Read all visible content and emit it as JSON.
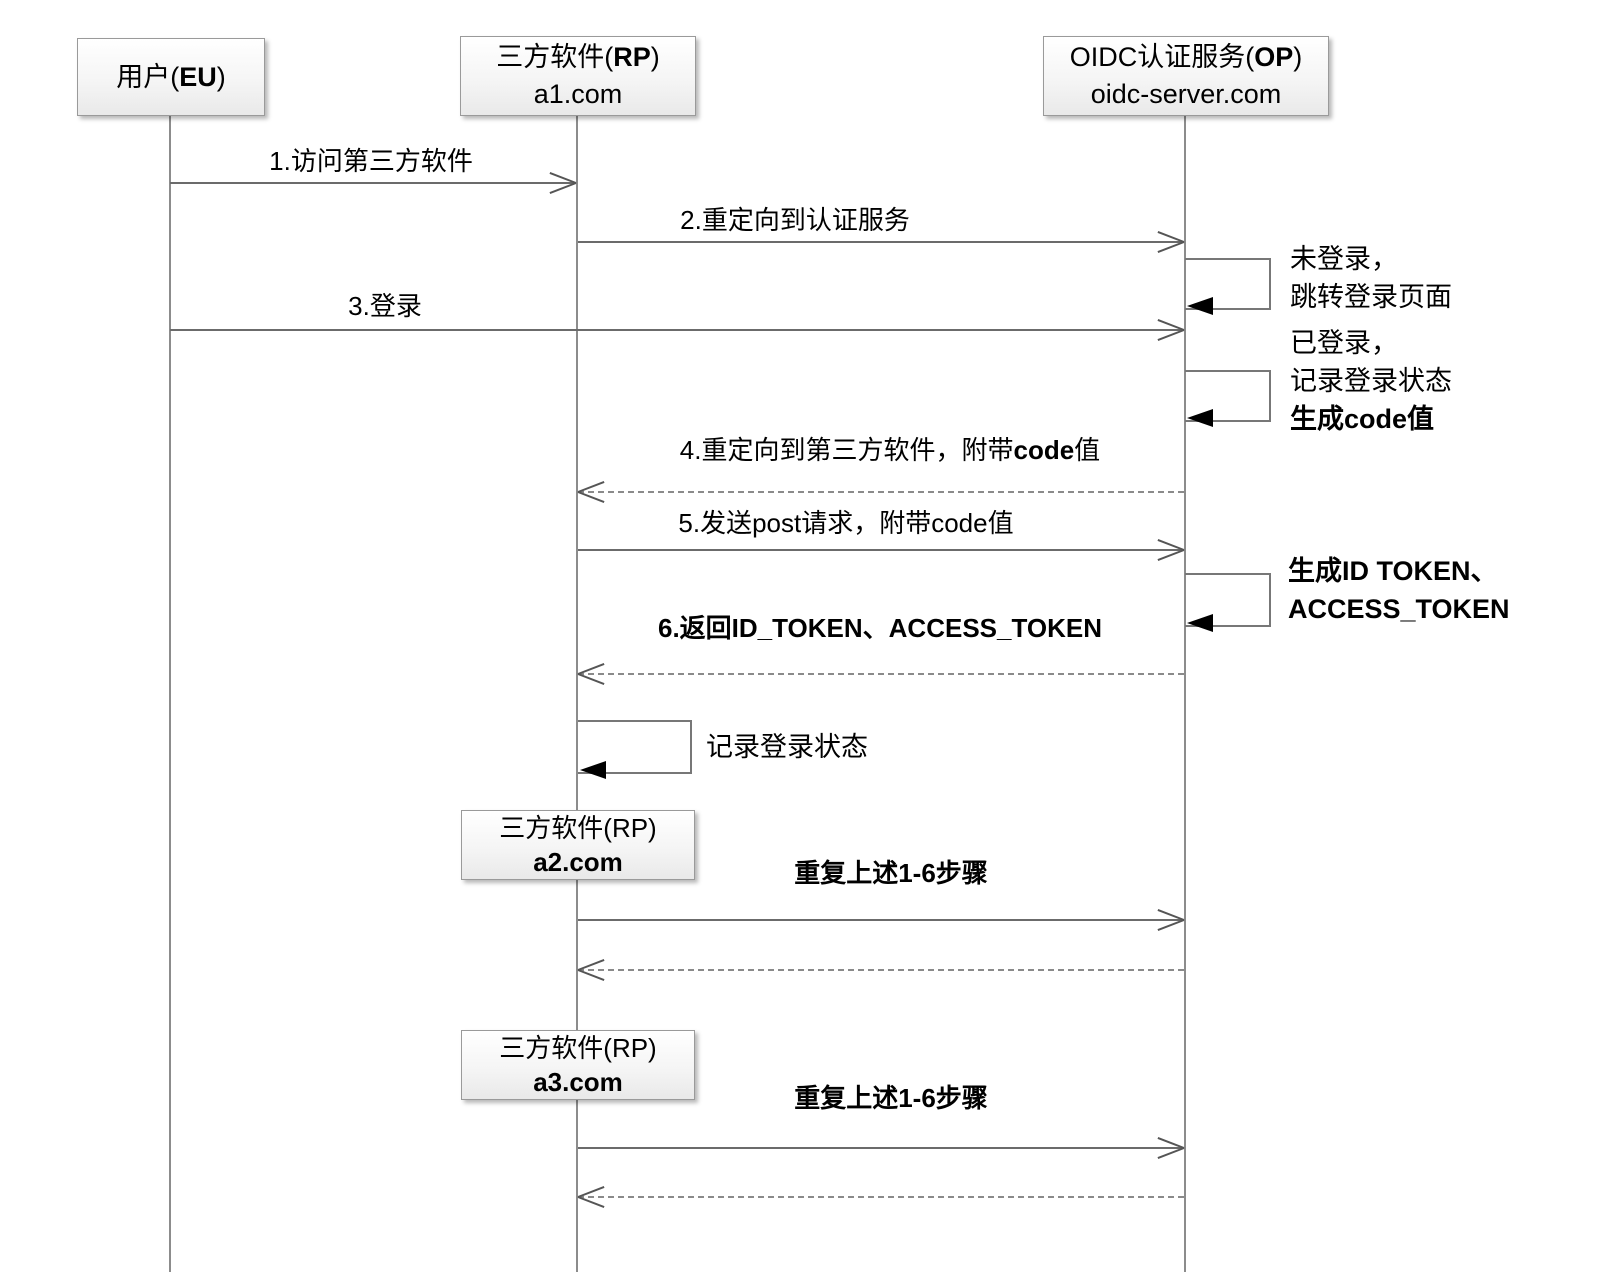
{
  "diagram": {
    "actors": [
      {
        "name_pre": "用户(",
        "name_bold": "EU",
        "name_post": ")",
        "subtitle": ""
      },
      {
        "name_pre": "三方软件(",
        "name_bold": "RP",
        "name_post": ")",
        "subtitle": "a1.com"
      },
      {
        "name_pre": "OIDC认证服务(",
        "name_bold": "OP",
        "name_post": ")",
        "subtitle": "oidc-server.com"
      }
    ],
    "sub_actors": [
      {
        "title": "三方软件(RP)",
        "domain": "a2.com"
      },
      {
        "title": "三方软件(RP)",
        "domain": "a3.com"
      }
    ],
    "messages": [
      {
        "label": "1.访问第三方软件"
      },
      {
        "label": "2.重定向到认证服务"
      },
      {
        "label": "3.登录"
      },
      {
        "label_pre": "4.重定向到第三方软件，附带",
        "label_bold": "code",
        "label_post": "值"
      },
      {
        "label": "5.发送post请求，附带code值"
      },
      {
        "label": "6.返回ID_TOKEN、ACCESS_TOKEN"
      },
      {
        "label": "重复上述1-6步骤"
      },
      {
        "label": "重复上述1-6步骤"
      }
    ],
    "notes": [
      {
        "lines": [
          "未登录，",
          "跳转登录页面"
        ]
      },
      {
        "lines": [
          "已登录，",
          "记录登录状态",
          "生成code值"
        ]
      },
      {
        "lines": [
          "生成ID TOKEN、",
          "ACCESS_TOKEN"
        ]
      },
      {
        "lines": [
          "记录登录状态"
        ]
      }
    ]
  }
}
